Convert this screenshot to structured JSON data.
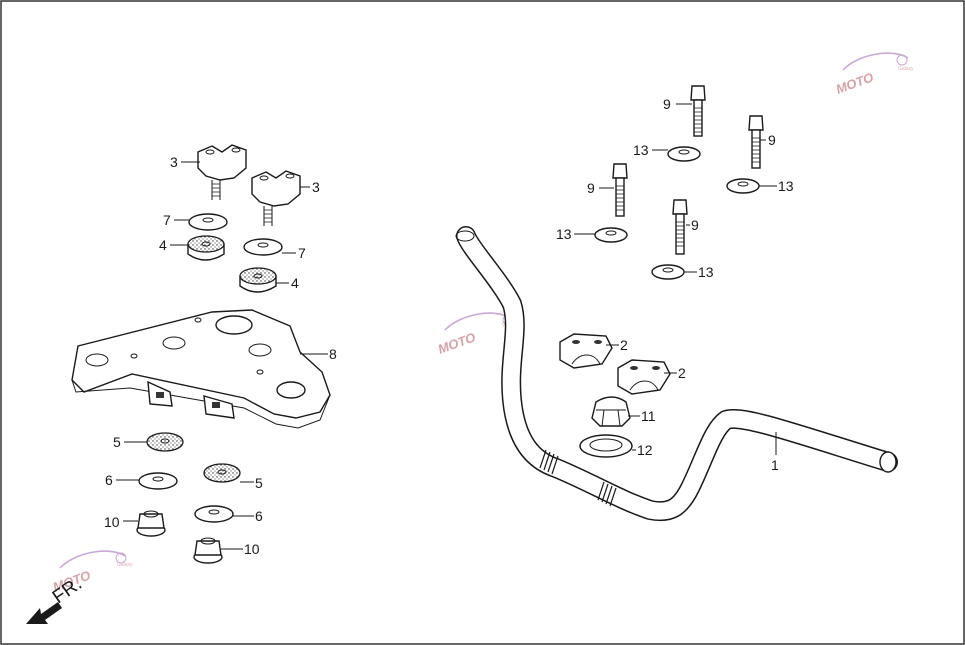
{
  "diagram": {
    "direction_label": "FR.",
    "watermark": {
      "text": "MOTO",
      "subtext": "Galaxy"
    },
    "callouts": {
      "c1": "1",
      "c2a": "2",
      "c2b": "2",
      "c3a": "3",
      "c3b": "3",
      "c4a": "4",
      "c4b": "4",
      "c5a": "5",
      "c5b": "5",
      "c6a": "6",
      "c6b": "6",
      "c7a": "7",
      "c7b": "7",
      "c8": "8",
      "c9a": "9",
      "c9b": "9",
      "c9c": "9",
      "c9d": "9",
      "c10a": "10",
      "c10b": "10",
      "c11": "11",
      "c12": "12",
      "c13a": "13",
      "c13b": "13",
      "c13c": "13",
      "c13d": "13"
    },
    "colors": {
      "line": "#1a1a1a",
      "part_fill": "#ffffff",
      "shade": "#555555",
      "watermark": "#d9a0a8",
      "frame": "#333333"
    }
  }
}
